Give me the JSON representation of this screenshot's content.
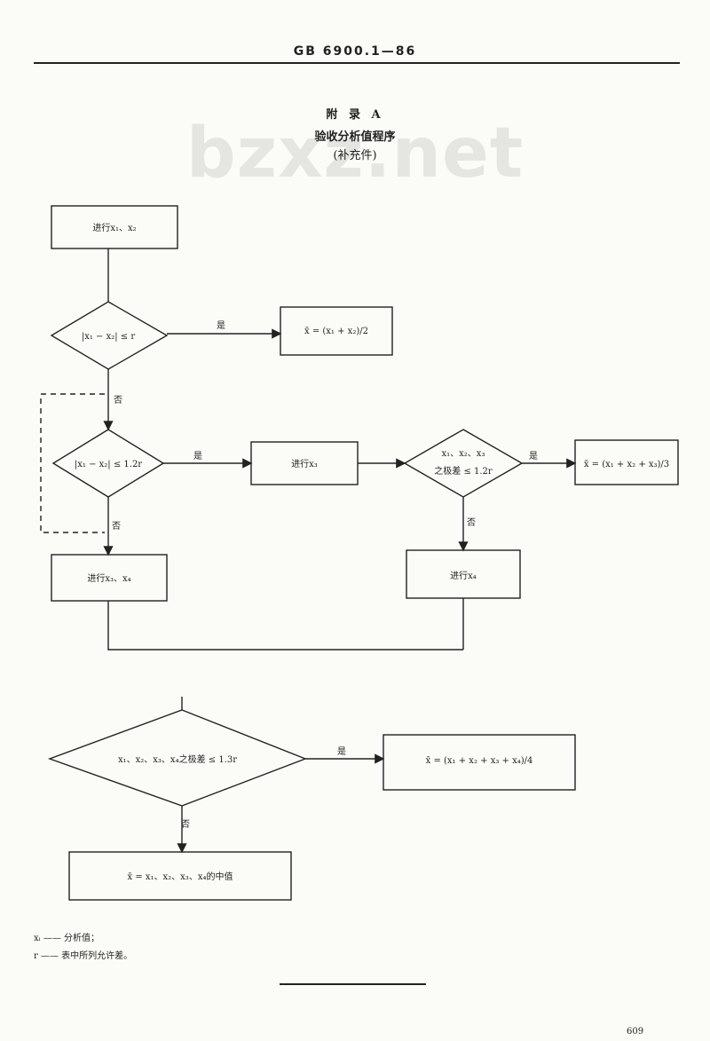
{
  "header": {
    "standard": "GB 6900.1—86"
  },
  "watermark": "bzxz.net",
  "appendix": {
    "title": "附 录 A",
    "subtitle": "验收分析值程序",
    "note": "(补充件)"
  },
  "flowchart": {
    "box_start": "进行x₁、x₂",
    "decision_1": "|x₁ − x₂| ≤ r",
    "result_1": "x̄ = (x₁ + x₂)/2",
    "decision_2": "|x₁ − x₂| ≤ 1.2r",
    "box_x3": "进行x₃",
    "decision_3a": "x₁、x₂、x₃",
    "decision_3b": "之极差 ≤ 1.2r",
    "result_3": "x̄ = (x₁ + x₂ + x₃)/3",
    "box_x4": "进行x₄",
    "box_x3x4": "进行x₃、x₄",
    "decision_4": "x₁、x₂、x₃、x₄之极差 ≤ 1.3r",
    "result_4": "x̄ = (x₁ + x₂ + x₃ + x₄)/4",
    "result_median": "x̄ = x₁、x₂、x₃、x₄的中值",
    "label_yes": "是",
    "label_no": "否"
  },
  "legend": {
    "line1": "xᵢ —— 分析值；",
    "line2": "r —— 表中所列允许差。"
  },
  "page_number": "609"
}
